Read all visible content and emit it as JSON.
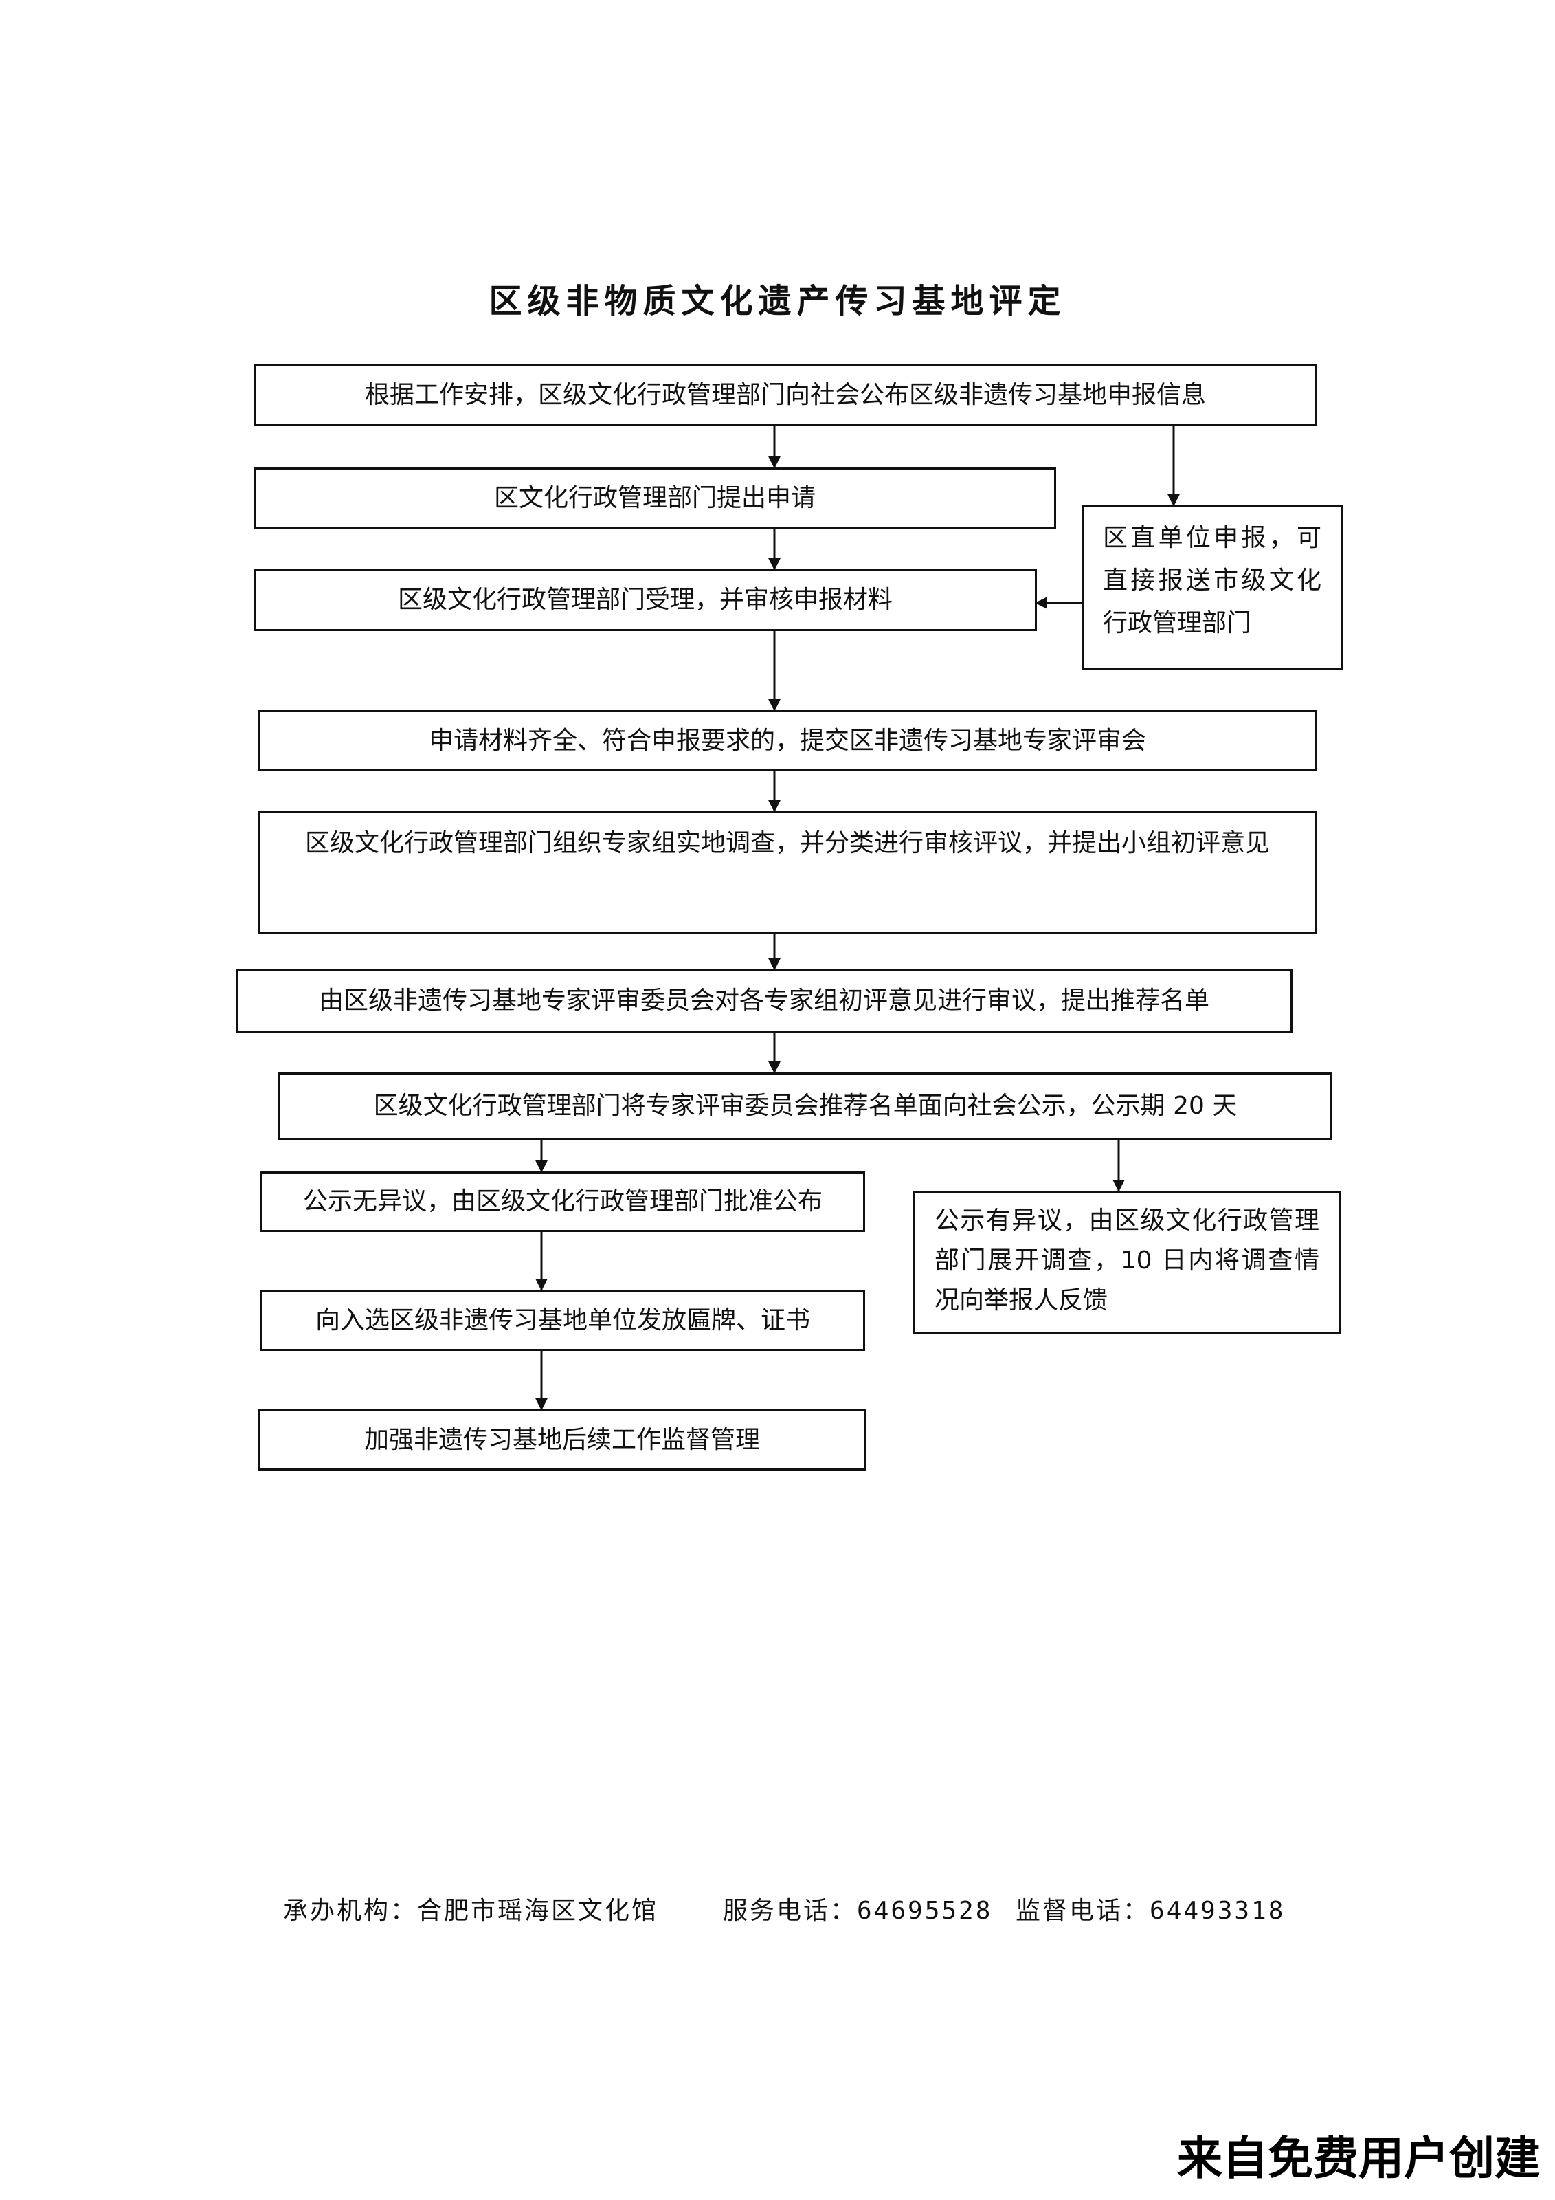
{
  "title": "区级非物质文化遗产传习基地评定",
  "steps": {
    "s1": "根据工作安排，区级文化行政管理部门向社会公布区级非遗传习基地申报信息",
    "s2": "区文化行政管理部门提出申请",
    "s3": "区级文化行政管理部门受理，并审核申报材料",
    "side": "区直单位申报，可直接报送市级文化行政管理部门",
    "s4": "申请材料齐全、符合申报要求的，提交区非遗传习基地专家评审会",
    "s5": "区级文化行政管理部门组织专家组实地调查，并分类进行审核评议，并提出小组初评意见",
    "s6": "由区级非遗传习基地专家评审委员会对各专家组初评意见进行审议，提出推荐名单",
    "s7": "区级文化行政管理部门将专家评审委员会推荐名单面向社会公示，公示期 20 天",
    "s8": "公示无异议，由区级文化行政管理部门批准公布",
    "s8b": "公示有异议，由区级文化行政管理部门展开调查，10 日内将调查情况向举报人反馈",
    "s9": "向入选区级非遗传习基地单位发放匾牌、证书",
    "s10": "加强非遗传习基地后续工作监督管理"
  },
  "footer": {
    "org_label": "承办机构：",
    "org": "合肥市瑶海区文化馆",
    "service_label": "服务电话：",
    "service_phone": "64695528",
    "supervise_label": "监督电话：",
    "supervise_phone": "64493318"
  },
  "watermark": "来自免费用户创建"
}
